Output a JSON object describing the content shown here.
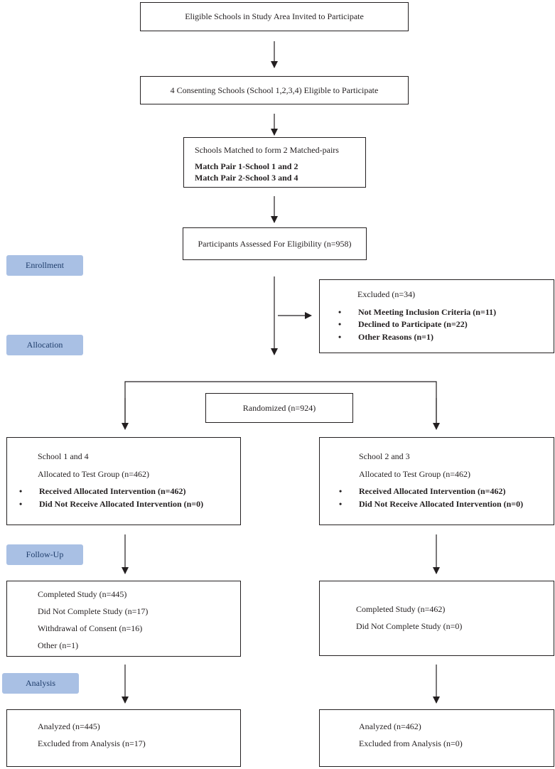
{
  "boxes": {
    "invited": "Eligible Schools in Study Area Invited to Participate",
    "consenting": "4 Consenting Schools (School 1,2,3,4) Eligible to Participate",
    "matched": {
      "title": "Schools Matched to form 2 Matched-pairs",
      "pair1": "Match Pair 1-School 1 and 2",
      "pair2": "Match Pair 2-School 3 and 4"
    },
    "assessed": "Participants Assessed For Eligibility (n=958)",
    "excluded": {
      "title": "Excluded (n=34)",
      "items": [
        "Not Meeting Inclusion Criteria (n=11)",
        "Declined to Participate (n=22)",
        "Other Reasons (n=1)"
      ]
    },
    "randomized": "Randomized (n=924)",
    "left_alloc": {
      "school": "School 1 and 4",
      "allocated": "Allocated to Test Group (n=462)",
      "items": [
        "Received Allocated Intervention (n=462)",
        "Did Not Receive Allocated Intervention (n=0)"
      ]
    },
    "right_alloc": {
      "school": "School 2 and 3",
      "allocated": "Allocated to Test Group (n=462)",
      "items": [
        "Received Allocated Intervention (n=462)",
        "Did Not Receive Allocated Intervention (n=0)"
      ]
    },
    "left_followup": [
      "Completed Study (n=445)",
      "Did Not Complete Study (n=17)",
      "Withdrawal of Consent (n=16)",
      "Other (n=1)"
    ],
    "right_followup": [
      "Completed Study (n=462)",
      "Did Not Complete Study (n=0)"
    ],
    "left_analysis": [
      "Analyzed (n=445)",
      "Excluded from Analysis (n=17)"
    ],
    "right_analysis": [
      "Analyzed (n=462)",
      "Excluded from Analysis (n=0)"
    ]
  },
  "stages": {
    "enrollment": "Enrollment",
    "allocation": "Allocation",
    "followup": "Follow-Up",
    "analysis": "Analysis"
  },
  "bullet": "•",
  "colors": {
    "stage_bg": "#a9c0e4",
    "stage_text": "#1f3d6b",
    "line": "#231f20"
  }
}
